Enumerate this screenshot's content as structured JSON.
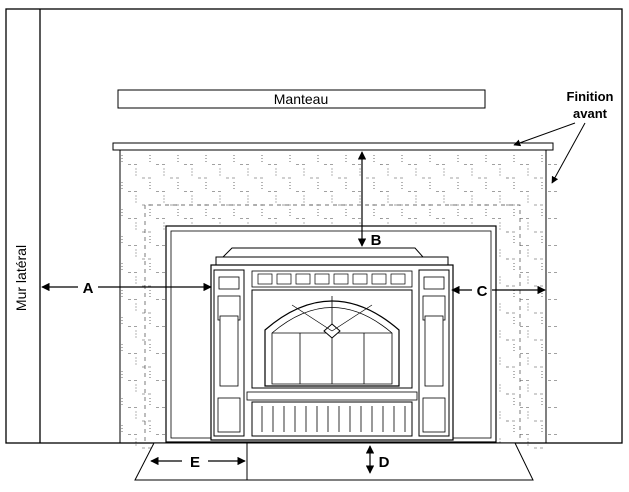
{
  "labels": {
    "mantel": "Manteau",
    "finish": [
      "Finition",
      "avant"
    ],
    "side_wall": "Mur latéral",
    "a": "A",
    "b": "B",
    "c": "C",
    "d": "D",
    "e": "E"
  },
  "colors": {
    "line": "#000000",
    "brick": "#444444",
    "background": "#ffffff"
  }
}
